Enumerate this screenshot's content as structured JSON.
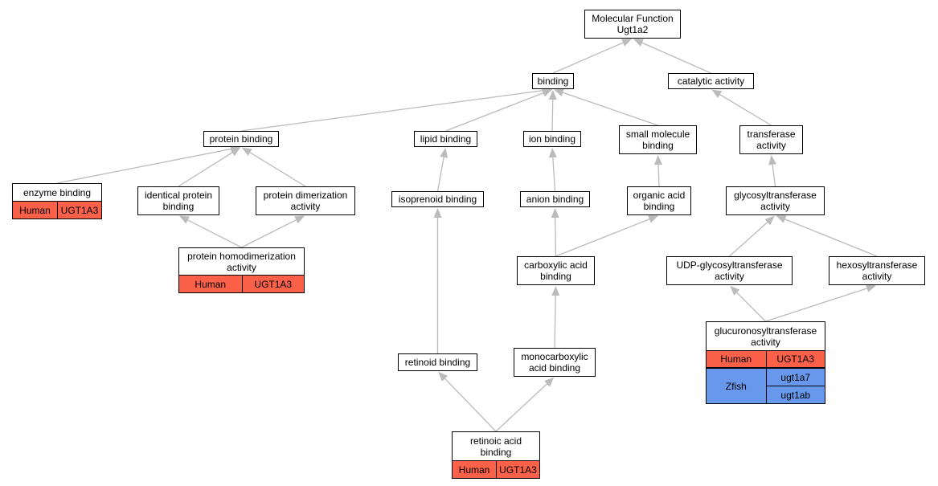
{
  "colors": {
    "human": "#fb6149",
    "zfish": "#6898ec",
    "edge": "#bbbbbb"
  },
  "nodes": {
    "root": {
      "lines": [
        "Molecular Function",
        "Ugt1a2"
      ]
    },
    "binding": {
      "lines": [
        "binding"
      ]
    },
    "catalytic": {
      "lines": [
        "catalytic activity"
      ]
    },
    "protein_binding": {
      "lines": [
        "protein binding"
      ]
    },
    "lipid_binding": {
      "lines": [
        "lipid binding"
      ]
    },
    "ion_binding": {
      "lines": [
        "ion binding"
      ]
    },
    "small_molecule": {
      "lines": [
        "small molecule",
        "binding"
      ]
    },
    "transferase": {
      "lines": [
        "transferase",
        "activity"
      ]
    },
    "enzyme_binding": {
      "lines": [
        "enzyme binding"
      ],
      "annotations": [
        {
          "species": "Human",
          "genes": [
            "UGT1A3"
          ]
        }
      ]
    },
    "identical_protein": {
      "lines": [
        "identical protein",
        "binding"
      ]
    },
    "protein_dimerization": {
      "lines": [
        "protein dimerization",
        "activity"
      ]
    },
    "isoprenoid": {
      "lines": [
        "isoprenoid binding"
      ]
    },
    "anion_binding": {
      "lines": [
        "anion binding"
      ]
    },
    "organic_acid": {
      "lines": [
        "organic acid",
        "binding"
      ]
    },
    "glycosyltransferase": {
      "lines": [
        "glycosyltransferase",
        "activity"
      ]
    },
    "protein_homodimerization": {
      "lines": [
        "protein homodimerization",
        "activity"
      ],
      "annotations": [
        {
          "species": "Human",
          "genes": [
            "UGT1A3"
          ]
        }
      ]
    },
    "carboxylic": {
      "lines": [
        "carboxylic acid",
        "binding"
      ]
    },
    "udp_glycosyl": {
      "lines": [
        "UDP-glycosyltransferase",
        "activity"
      ]
    },
    "hexosyl": {
      "lines": [
        "hexosyltransferase",
        "activity"
      ]
    },
    "glucuronosyl": {
      "lines": [
        "glucuronosyltransferase",
        "activity"
      ],
      "annotations": [
        {
          "species": "Human",
          "genes": [
            "UGT1A3"
          ]
        },
        {
          "species": "Zfish",
          "genes": [
            "ugt1a7",
            "ugt1ab"
          ]
        }
      ]
    },
    "retinoid": {
      "lines": [
        "retinoid binding"
      ]
    },
    "monocarboxylic": {
      "lines": [
        "monocarboxylic",
        "acid binding"
      ]
    },
    "retinoic": {
      "lines": [
        "retinoic acid",
        "binding"
      ],
      "annotations": [
        {
          "species": "Human",
          "genes": [
            "UGT1A3"
          ]
        }
      ]
    }
  },
  "edges": [
    [
      "binding",
      "root"
    ],
    [
      "catalytic",
      "root"
    ],
    [
      "protein_binding",
      "binding"
    ],
    [
      "lipid_binding",
      "binding"
    ],
    [
      "ion_binding",
      "binding"
    ],
    [
      "small_molecule",
      "binding"
    ],
    [
      "transferase",
      "catalytic"
    ],
    [
      "enzyme_binding",
      "protein_binding"
    ],
    [
      "identical_protein",
      "protein_binding"
    ],
    [
      "protein_dimerization",
      "protein_binding"
    ],
    [
      "isoprenoid",
      "lipid_binding"
    ],
    [
      "anion_binding",
      "ion_binding"
    ],
    [
      "organic_acid",
      "small_molecule"
    ],
    [
      "glycosyltransferase",
      "transferase"
    ],
    [
      "protein_homodimerization",
      "identical_protein"
    ],
    [
      "protein_homodimerization",
      "protein_dimerization"
    ],
    [
      "carboxylic",
      "anion_binding"
    ],
    [
      "carboxylic",
      "organic_acid"
    ],
    [
      "udp_glycosyl",
      "glycosyltransferase"
    ],
    [
      "hexosyl",
      "glycosyltransferase"
    ],
    [
      "glucuronosyl",
      "udp_glycosyl"
    ],
    [
      "glucuronosyl",
      "hexosyl"
    ],
    [
      "retinoid",
      "isoprenoid"
    ],
    [
      "monocarboxylic",
      "carboxylic"
    ],
    [
      "retinoic",
      "retinoid"
    ],
    [
      "retinoic",
      "monocarboxylic"
    ]
  ]
}
